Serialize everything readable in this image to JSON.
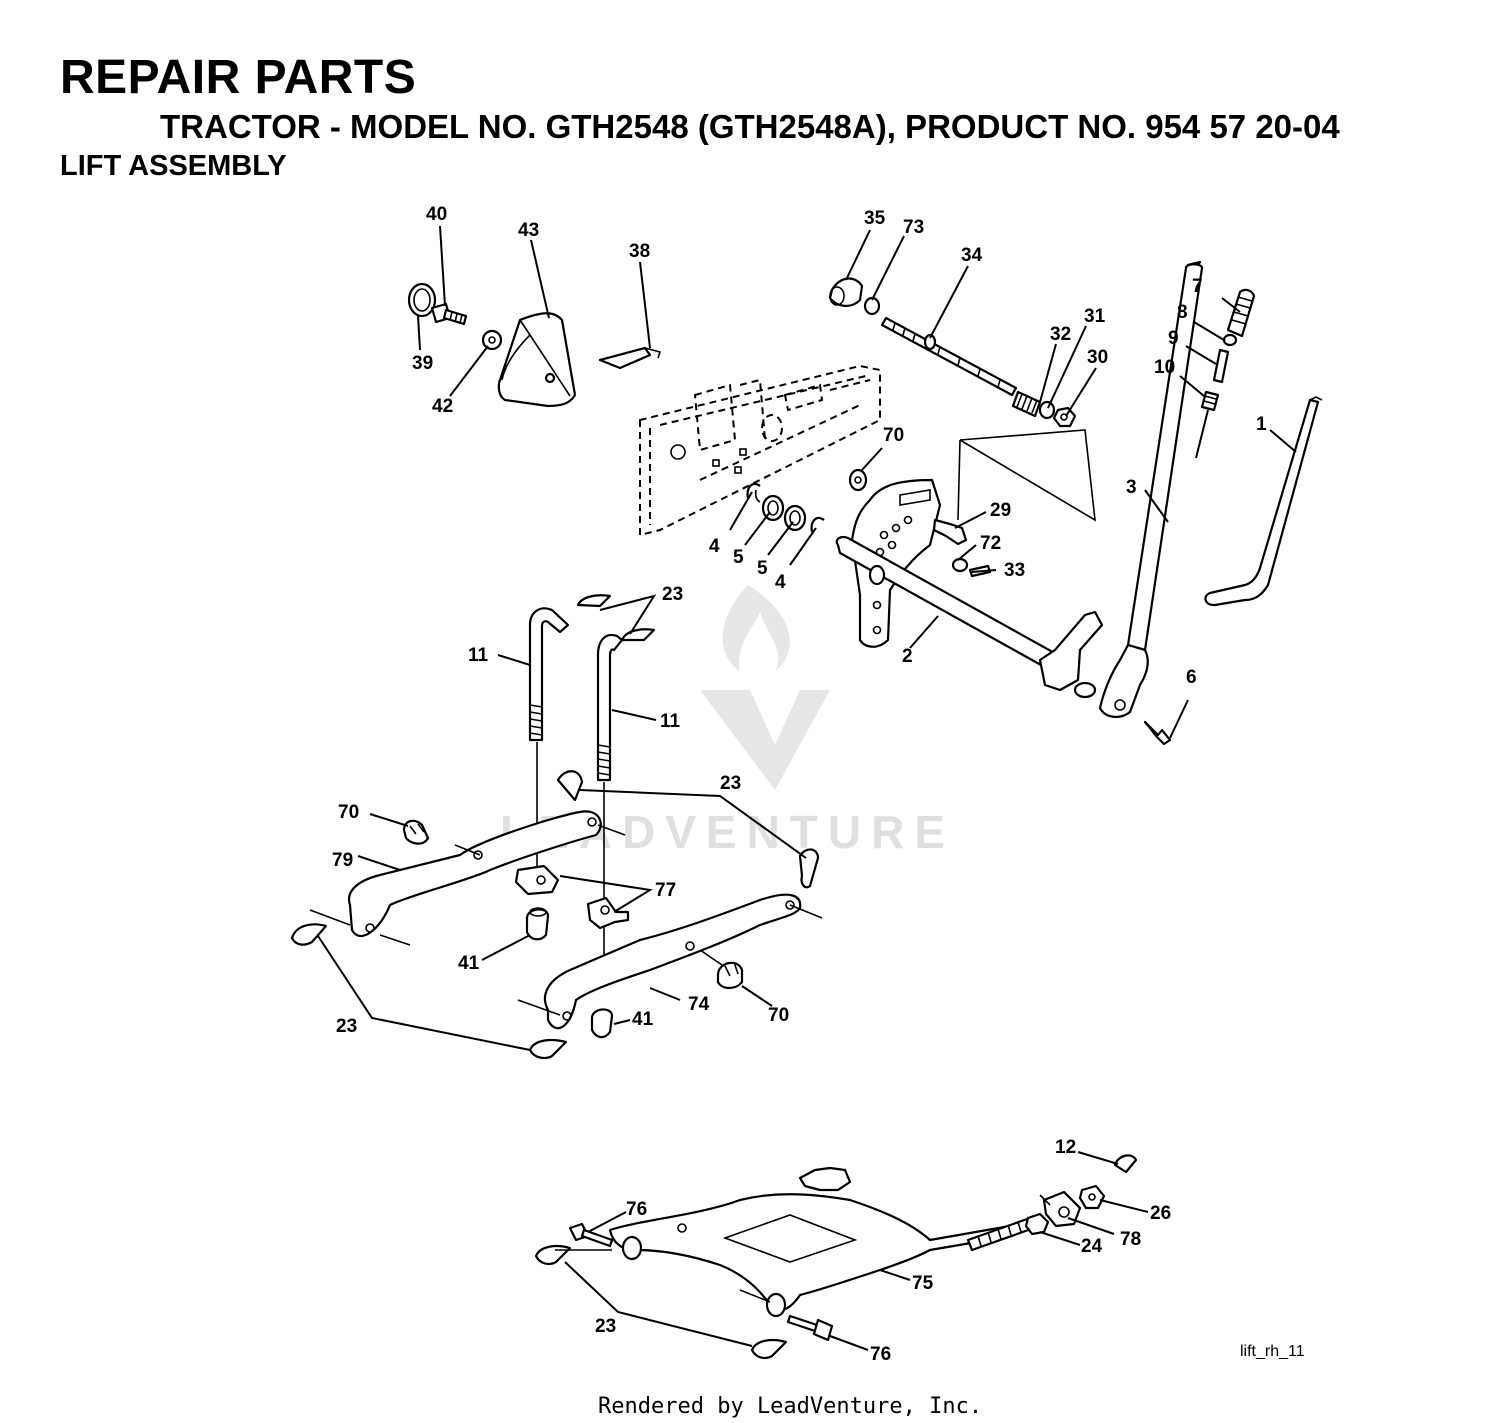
{
  "header": {
    "title": "REPAIR PARTS",
    "subtitle": "TRACTOR - MODEL NO. GTH2548 (GTH2548A), PRODUCT NO. 954 57 20-04",
    "section": "LIFT ASSEMBLY"
  },
  "watermark": "LEADVENTURE",
  "drawing_ref": "lift_rh_11",
  "footer": "Rendered by LeadVenture, Inc.",
  "callouts": [
    {
      "id": "c1",
      "text": "1"
    },
    {
      "id": "c2",
      "text": "2"
    },
    {
      "id": "c3",
      "text": "3"
    },
    {
      "id": "c4a",
      "text": "4"
    },
    {
      "id": "c4b",
      "text": "4"
    },
    {
      "id": "c5a",
      "text": "5"
    },
    {
      "id": "c5b",
      "text": "5"
    },
    {
      "id": "c6",
      "text": "6"
    },
    {
      "id": "c7",
      "text": "7"
    },
    {
      "id": "c8",
      "text": "8"
    },
    {
      "id": "c9",
      "text": "9"
    },
    {
      "id": "c10",
      "text": "10"
    },
    {
      "id": "c11a",
      "text": "11"
    },
    {
      "id": "c11b",
      "text": "11"
    },
    {
      "id": "c12",
      "text": "12"
    },
    {
      "id": "c23a",
      "text": "23"
    },
    {
      "id": "c23b",
      "text": "23"
    },
    {
      "id": "c23c",
      "text": "23"
    },
    {
      "id": "c23d",
      "text": "23"
    },
    {
      "id": "c24",
      "text": "24"
    },
    {
      "id": "c26",
      "text": "26"
    },
    {
      "id": "c29",
      "text": "29"
    },
    {
      "id": "c30",
      "text": "30"
    },
    {
      "id": "c31",
      "text": "31"
    },
    {
      "id": "c32",
      "text": "32"
    },
    {
      "id": "c33",
      "text": "33"
    },
    {
      "id": "c34",
      "text": "34"
    },
    {
      "id": "c35",
      "text": "35"
    },
    {
      "id": "c38",
      "text": "38"
    },
    {
      "id": "c39",
      "text": "39"
    },
    {
      "id": "c40",
      "text": "40"
    },
    {
      "id": "c41a",
      "text": "41"
    },
    {
      "id": "c41b",
      "text": "41"
    },
    {
      "id": "c42",
      "text": "42"
    },
    {
      "id": "c43",
      "text": "43"
    },
    {
      "id": "c70a",
      "text": "70"
    },
    {
      "id": "c70b",
      "text": "70"
    },
    {
      "id": "c70c",
      "text": "70"
    },
    {
      "id": "c72",
      "text": "72"
    },
    {
      "id": "c73",
      "text": "73"
    },
    {
      "id": "c74",
      "text": "74"
    },
    {
      "id": "c75",
      "text": "75"
    },
    {
      "id": "c76a",
      "text": "76"
    },
    {
      "id": "c76b",
      "text": "76"
    },
    {
      "id": "c77",
      "text": "77"
    },
    {
      "id": "c78",
      "text": "78"
    },
    {
      "id": "c79",
      "text": "79"
    }
  ]
}
